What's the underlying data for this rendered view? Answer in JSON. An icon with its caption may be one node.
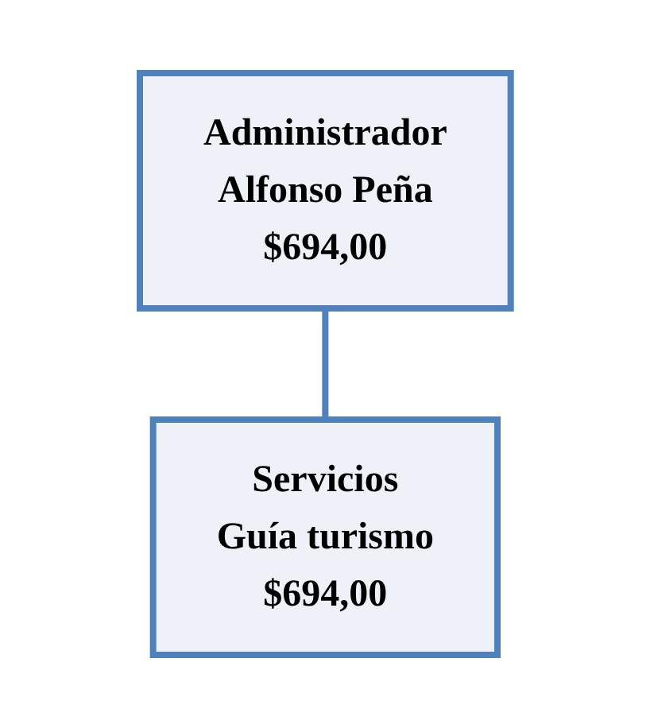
{
  "diagram": {
    "nodes": [
      {
        "text": [
          "Administrador",
          "Alfonso Peña",
          "$694,00"
        ]
      },
      {
        "text": [
          "Servicios",
          "Guía turismo",
          "$694,00"
        ]
      }
    ],
    "edges": [
      {
        "from": 0,
        "to": 1,
        "arrow": "none"
      }
    ]
  }
}
